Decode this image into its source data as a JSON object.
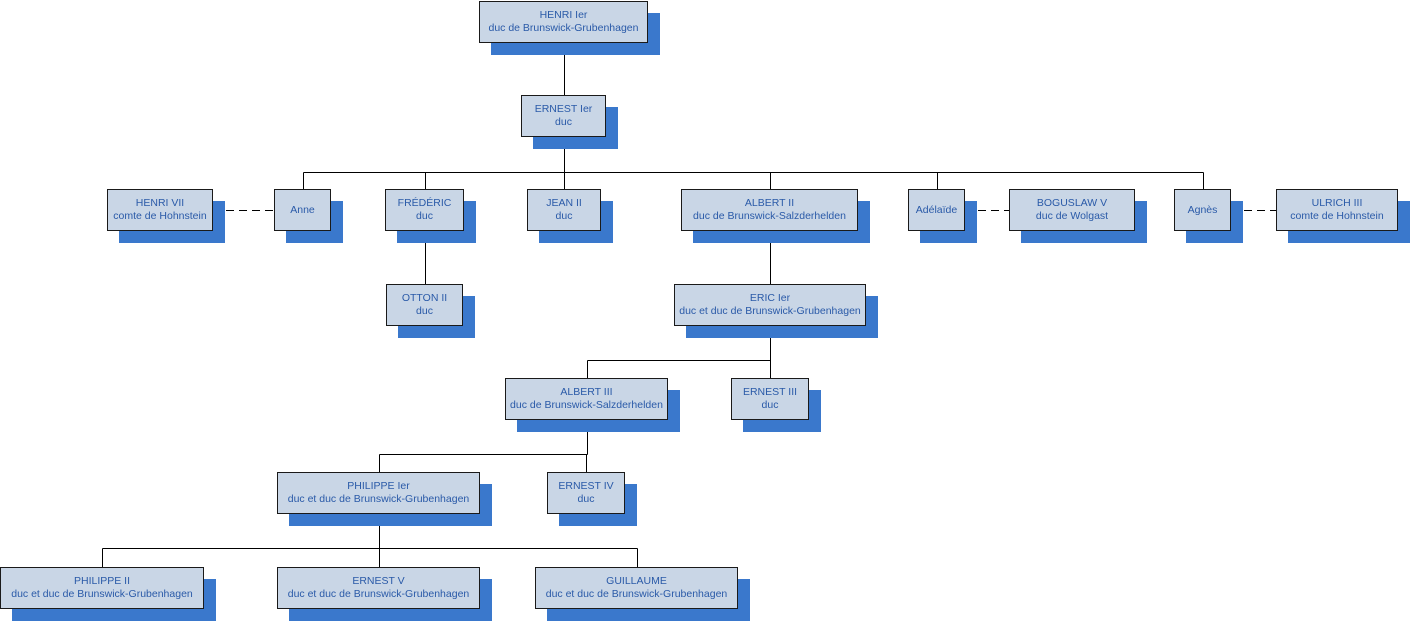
{
  "colors": {
    "node_fill": "#c9d6e6",
    "node_text": "#2a5aa8",
    "shadow": "#3a78cc",
    "line": "#000000"
  },
  "nodes": {
    "henri_i": {
      "name": "HENRI Ier",
      "title": "duc de Brunswick-Grubenhagen"
    },
    "ernest_i": {
      "name": "ERNEST Ier",
      "title": "duc"
    },
    "henri_vii": {
      "name": "HENRI VII",
      "title": "comte de Hohnstein"
    },
    "anne": {
      "name": "Anne"
    },
    "frederic": {
      "name": "FRÉDÉRIC",
      "title": "duc"
    },
    "jean_ii": {
      "name": "JEAN II",
      "title": "duc"
    },
    "albert_ii": {
      "name": "ALBERT II",
      "title": "duc de Brunswick-Salzderhelden"
    },
    "adelaide": {
      "name": "Adélaïde"
    },
    "boguslaw_v": {
      "name": "BOGUSLAW V",
      "title": "duc de Wolgast"
    },
    "agnes": {
      "name": "Agnès"
    },
    "ulrich_iii": {
      "name": "ULRICH III",
      "title": "comte de Hohnstein"
    },
    "otton_ii": {
      "name": "OTTON II",
      "title": "duc"
    },
    "eric_i": {
      "name": "ERIC Ier",
      "title": "duc et duc de Brunswick-Grubenhagen"
    },
    "albert_iii": {
      "name": "ALBERT III",
      "title": "duc de Brunswick-Salzderhelden"
    },
    "ernest_iii": {
      "name": "ERNEST III",
      "title": "duc"
    },
    "philippe_i": {
      "name": "PHILIPPE Ier",
      "title": "duc et duc de Brunswick-Grubenhagen"
    },
    "ernest_iv": {
      "name": "ERNEST IV",
      "title": "duc"
    },
    "philippe_ii": {
      "name": "PHILIPPE II",
      "title": "duc et duc de Brunswick-Grubenhagen"
    },
    "ernest_v": {
      "name": "ERNEST V",
      "title": "duc et duc de Brunswick-Grubenhagen"
    },
    "guillaume": {
      "name": "GUILLAUME",
      "title": "duc et duc de Brunswick-Grubenhagen"
    }
  },
  "edges": [
    {
      "from": "henri_i",
      "to": "ernest_i",
      "kind": "descent"
    },
    {
      "from": "ernest_i",
      "to": "anne",
      "kind": "descent"
    },
    {
      "from": "ernest_i",
      "to": "frederic",
      "kind": "descent"
    },
    {
      "from": "ernest_i",
      "to": "jean_ii",
      "kind": "descent"
    },
    {
      "from": "ernest_i",
      "to": "albert_ii",
      "kind": "descent"
    },
    {
      "from": "ernest_i",
      "to": "adelaide",
      "kind": "descent"
    },
    {
      "from": "ernest_i",
      "to": "agnes",
      "kind": "descent"
    },
    {
      "from": "frederic",
      "to": "otton_ii",
      "kind": "descent"
    },
    {
      "from": "albert_ii",
      "to": "eric_i",
      "kind": "descent"
    },
    {
      "from": "eric_i",
      "to": "albert_iii",
      "kind": "descent"
    },
    {
      "from": "eric_i",
      "to": "ernest_iii",
      "kind": "descent"
    },
    {
      "from": "albert_iii",
      "to": "philippe_i",
      "kind": "descent"
    },
    {
      "from": "albert_iii",
      "to": "ernest_iv",
      "kind": "descent"
    },
    {
      "from": "philippe_i",
      "to": "philippe_ii",
      "kind": "descent"
    },
    {
      "from": "philippe_i",
      "to": "ernest_v",
      "kind": "descent"
    },
    {
      "from": "philippe_i",
      "to": "guillaume",
      "kind": "descent"
    },
    {
      "from": "henri_vii",
      "to": "anne",
      "kind": "marriage"
    },
    {
      "from": "adelaide",
      "to": "boguslaw_v",
      "kind": "marriage"
    },
    {
      "from": "agnes",
      "to": "ulrich_iii",
      "kind": "marriage"
    }
  ]
}
